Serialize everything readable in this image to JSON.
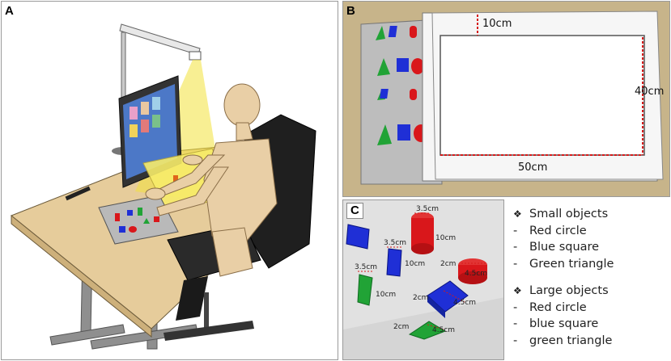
{
  "panels": {
    "a": {
      "label": "A"
    },
    "b": {
      "label": "B",
      "dims": {
        "margin": "10cm",
        "height": "40cm",
        "width": "50cm"
      }
    },
    "c": {
      "label": "C",
      "dims": {
        "d1": "3.5cm",
        "d2": "10cm",
        "d3": "3.5cm",
        "d4": "10cm",
        "d5": "3.5cm",
        "d6": "10cm",
        "d7": "2cm",
        "d8": "4.5cm",
        "d9": "2cm",
        "d10": "4.5cm",
        "d11": "2cm",
        "d12": "4.5cm"
      }
    }
  },
  "legend": {
    "small": {
      "title": "Small objects",
      "items": [
        "Red circle",
        "Blue square",
        "Green triangle"
      ]
    },
    "large": {
      "title": "Large objects",
      "items": [
        "Red circle",
        "blue square",
        "green triangle"
      ]
    }
  },
  "colors": {
    "red": "#d9171b",
    "blue": "#1f2fd6",
    "green": "#21a336",
    "desk": "#e6cc9b",
    "tray": "#b9b9b9",
    "board": "#f4f4f4",
    "dimline": "#d61a1a",
    "lamp_light": "#f3e23a"
  }
}
